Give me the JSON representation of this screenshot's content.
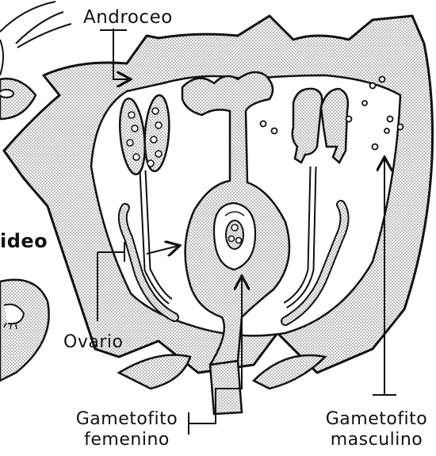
{
  "diagram": {
    "labels": {
      "androceo": "Androceo",
      "ovario": "Ovario",
      "gametofito_femenino_1": "Gametofito",
      "gametofito_femenino_2": "femenino",
      "gametofito_masculino_1": "Gametofito",
      "gametofito_masculino_2": "masculino",
      "partial_left": "ideo"
    }
  }
}
